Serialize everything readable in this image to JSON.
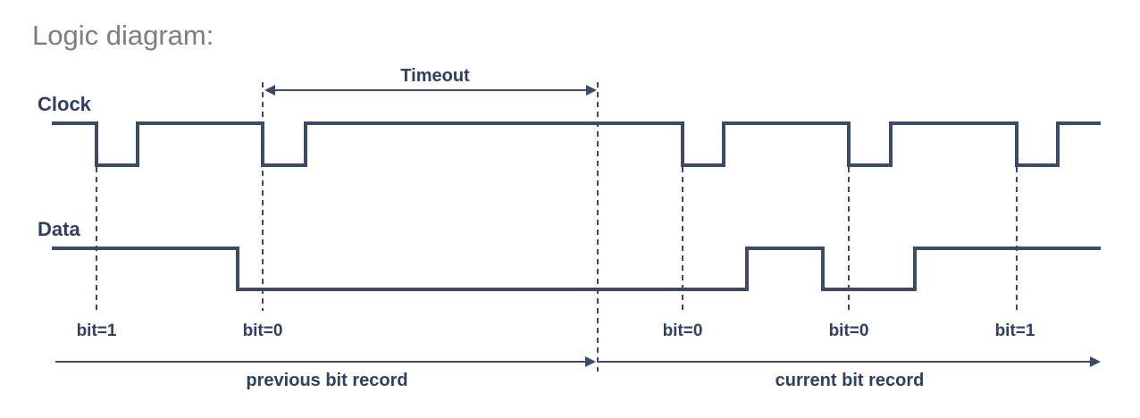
{
  "title": "Logic diagram:",
  "signals": {
    "clock": {
      "label": "Clock"
    },
    "data": {
      "label": "Data"
    }
  },
  "annotations": {
    "timeout": "Timeout",
    "previous_record": "previous bit record",
    "current_record": "current bit record"
  },
  "bits": [
    {
      "label": "bit=1"
    },
    {
      "label": "bit=0"
    },
    {
      "label": "bit=0"
    },
    {
      "label": "bit=0"
    },
    {
      "label": "bit=1"
    }
  ],
  "colors": {
    "waveform": "#3b4a6b",
    "label": "#2f3f63",
    "heading": "#7d7d7d"
  }
}
